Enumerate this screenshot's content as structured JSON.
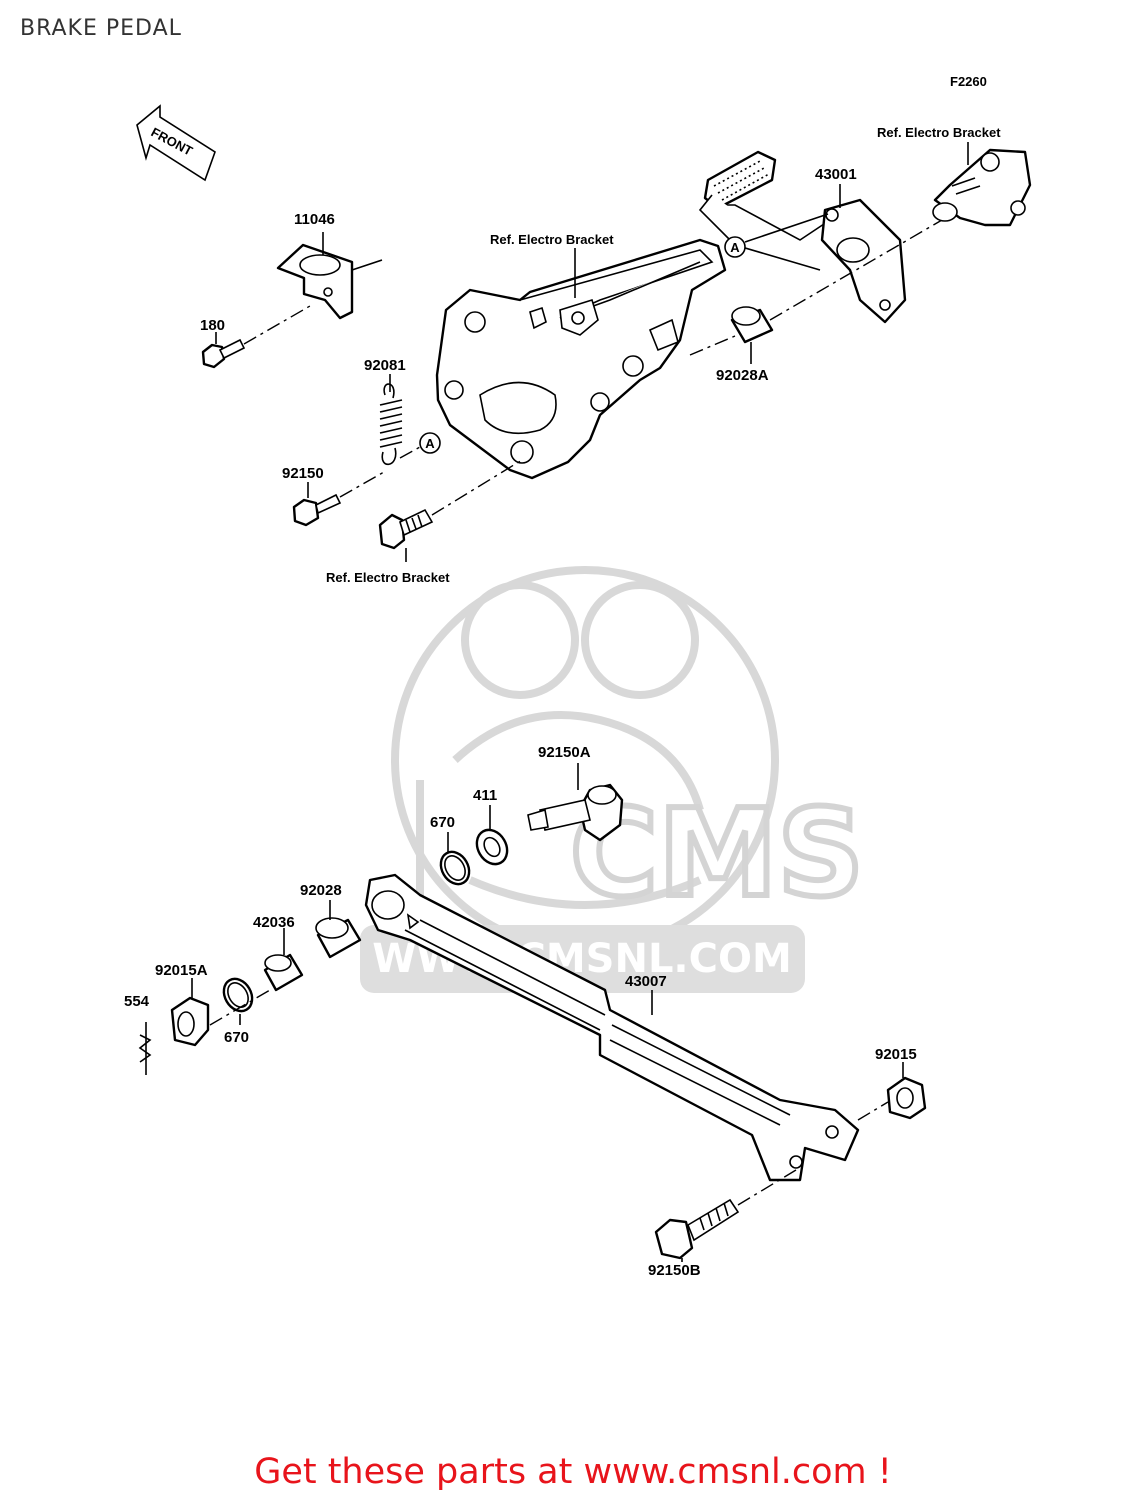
{
  "page": {
    "title": "BRAKE PEDAL"
  },
  "diagram": {
    "code": "F2260",
    "front_label": "FRONT",
    "ref_labels": {
      "top_right": "Ref. Electro Bracket",
      "middle": "Ref. Electro Bracket",
      "bottom": "Ref. Electro Bracket"
    },
    "callout_marker": "A",
    "parts": [
      {
        "id": "p11046",
        "number": "11046"
      },
      {
        "id": "p180",
        "number": "180"
      },
      {
        "id": "p92081",
        "number": "92081"
      },
      {
        "id": "p92150",
        "number": "92150"
      },
      {
        "id": "p43001",
        "number": "43001"
      },
      {
        "id": "p92028A",
        "number": "92028A"
      },
      {
        "id": "p92150A",
        "number": "92150A"
      },
      {
        "id": "p411",
        "number": "411"
      },
      {
        "id": "p670a",
        "number": "670"
      },
      {
        "id": "p92028",
        "number": "92028"
      },
      {
        "id": "p42036",
        "number": "42036"
      },
      {
        "id": "p92015A",
        "number": "92015A"
      },
      {
        "id": "p554",
        "number": "554"
      },
      {
        "id": "p670b",
        "number": "670"
      },
      {
        "id": "p43007",
        "number": "43007"
      },
      {
        "id": "p92015",
        "number": "92015"
      },
      {
        "id": "p92150B",
        "number": "92150B"
      }
    ],
    "watermark": {
      "text": "CMS",
      "url": "WWW.CMSNL.COM"
    }
  },
  "footer": {
    "text": "Get these parts at www.cmsnl.com !"
  },
  "colors": {
    "footer": "#e8141b",
    "watermark": "#d8d8d8"
  }
}
